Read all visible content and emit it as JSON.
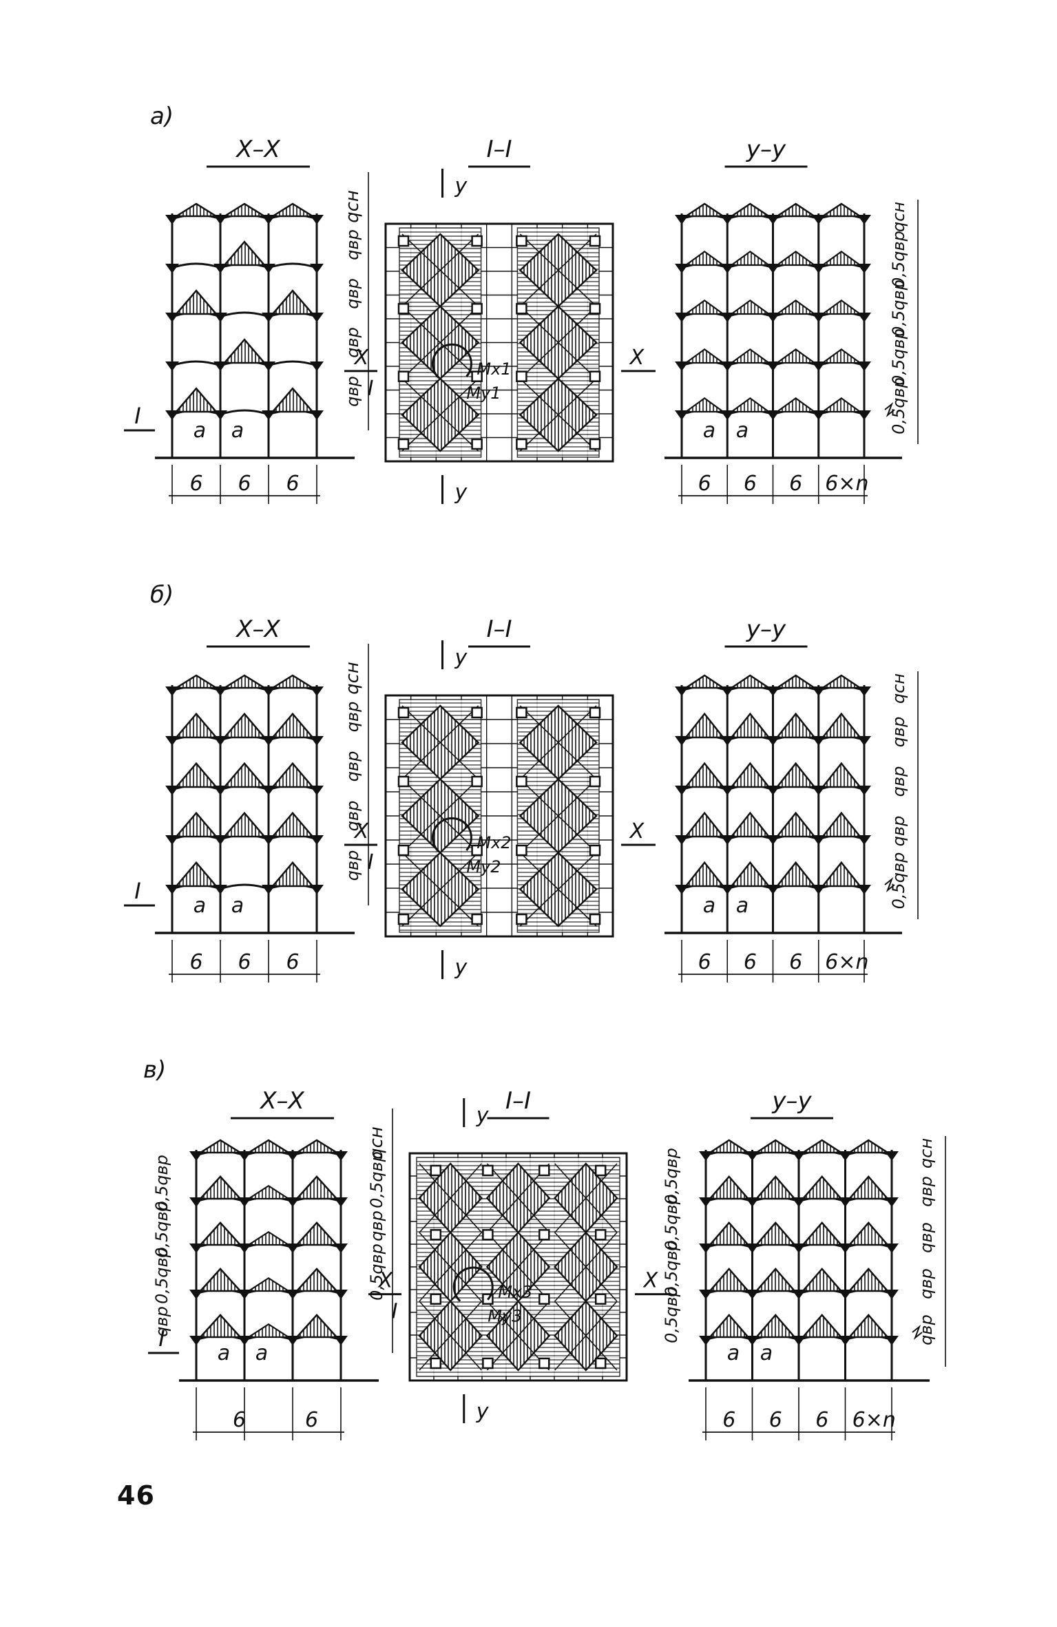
{
  "page_number": "46",
  "panels": [
    {
      "label": "а)",
      "sec_xx": "X–X",
      "sec_ii": "I–I",
      "sec_yy": "y–y",
      "axis_y": "y",
      "axis_x": "X",
      "mark_I": "I",
      "mark_a": "a",
      "moment_x": "Mx1",
      "moment_y": "My1",
      "load_top": "qсн",
      "load_xx": [
        "qвр",
        "qвр",
        "qвр",
        "qвр"
      ],
      "load_yy": [
        "qсн",
        "0,5qвр",
        "0,5qвр",
        "0,5qвр",
        "0,5qвр"
      ],
      "dims_xx": [
        "6",
        "6",
        "6"
      ],
      "dims_yy": [
        "6",
        "6",
        "6",
        "6×n"
      ]
    },
    {
      "label": "б)",
      "sec_xx": "X–X",
      "sec_ii": "I–I",
      "sec_yy": "y–y",
      "axis_y": "y",
      "axis_x": "X",
      "mark_I": "I",
      "mark_a": "a",
      "moment_x": "Mx2",
      "moment_y": "My2",
      "load_top": "qсн",
      "load_xx": [
        "qвр",
        "qвр",
        "qвр",
        "qвр"
      ],
      "load_yy": [
        "qсн",
        "qвр",
        "qвр",
        "qвр",
        "0,5qвр"
      ],
      "dims_xx": [
        "6",
        "6",
        "6"
      ],
      "dims_yy": [
        "6",
        "6",
        "6",
        "6×n"
      ]
    },
    {
      "label": "в)",
      "sec_xx": "X–X",
      "sec_ii": "I–I",
      "sec_yy": "y–y",
      "axis_y": "y",
      "axis_x": "X",
      "mark_I": "I",
      "mark_a": "a",
      "moment_x": "Mx3",
      "moment_y": "My3",
      "load_top": "qсн",
      "load_xx": [
        "0,5qвр",
        "qвр",
        "0,5qвр"
      ],
      "load_xx_left": [
        "0,5qвр",
        "0,5qвр",
        "0,5qвр",
        "qвр"
      ],
      "load_yy": [
        "qсн",
        "qвр",
        "qвр",
        "qвр",
        "qвр"
      ],
      "load_yy_left": [
        "0,5qвр",
        "0,5qвр",
        "0,5qвр",
        "0,5qвр"
      ],
      "dims_xx": [
        "6",
        "6"
      ],
      "dims_yy": [
        "6",
        "6",
        "6",
        "6×n"
      ]
    }
  ]
}
